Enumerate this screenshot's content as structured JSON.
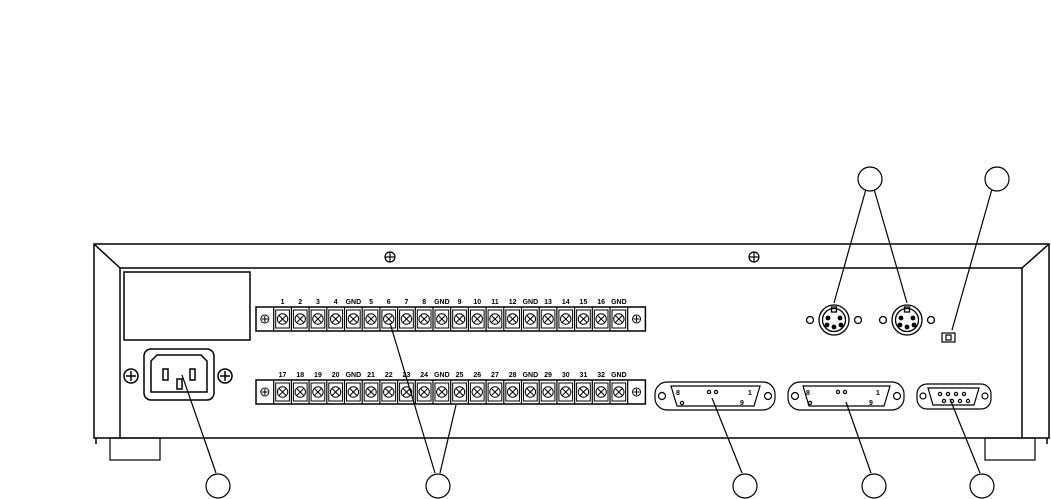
{
  "diagram": {
    "top_terminal_labels": [
      "1",
      "2",
      "3",
      "4",
      "GND",
      "5",
      "6",
      "7",
      "8",
      "GND",
      "9",
      "10",
      "11",
      "12",
      "GND",
      "13",
      "14",
      "15",
      "16",
      "GND"
    ],
    "bottom_terminal_labels": [
      "17",
      "18",
      "19",
      "20",
      "GND",
      "21",
      "22",
      "23",
      "24",
      "GND",
      "25",
      "26",
      "27",
      "28",
      "GND",
      "29",
      "30",
      "31",
      "32",
      "GND"
    ],
    "db25_connectors": [
      {
        "pin_left": "8",
        "pin_right": "1",
        "pin_bottom_right": "9"
      },
      {
        "pin_left": "8",
        "pin_right": "1",
        "pin_bottom_right": "9"
      }
    ],
    "stroke_color": "#000000",
    "background_color": "#ffffff"
  }
}
